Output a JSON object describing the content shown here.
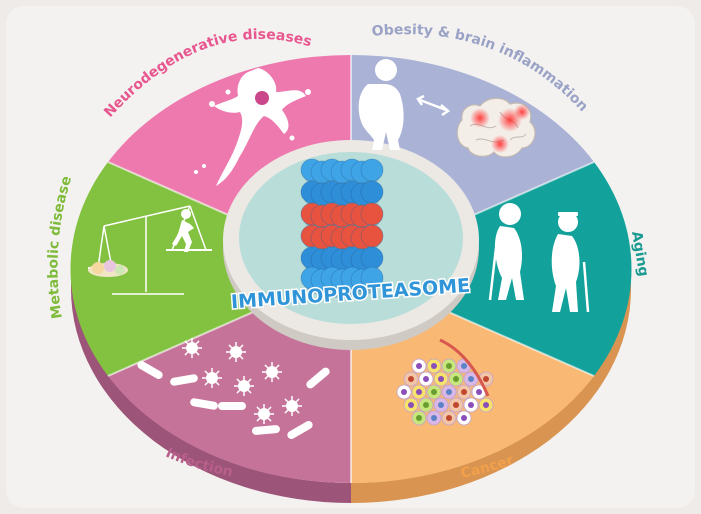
{
  "center": {
    "label": "IMMUNOPROTEASOME"
  },
  "segments": [
    {
      "id": "neuro",
      "label": "Neurodegenerative diseases",
      "color": "#ee79ae",
      "side": "#c95c8e",
      "text": "#e8568f"
    },
    {
      "id": "obesity",
      "label": "Obesity & brain inflammation",
      "color": "#aab2d6",
      "side": "#8890b5",
      "text": "#9aa2c6"
    },
    {
      "id": "aging",
      "label": "Aging",
      "color": "#13a29b",
      "side": "#0d7d77",
      "text": "#1a9b92"
    },
    {
      "id": "cancer",
      "label": "Cancer",
      "color": "#f9b873",
      "side": "#d89450",
      "text": "#f2a04b"
    },
    {
      "id": "infection",
      "label": "Infection",
      "color": "#c6739a",
      "side": "#9d5479",
      "text": "#b85f8b"
    },
    {
      "id": "metabolic",
      "label": "Metabolic diseases",
      "color": "#83c241",
      "side": "#5e9a2a",
      "text": "#7fbb3b"
    }
  ],
  "colors": {
    "background": "#efebe8",
    "frame": "#ffffff",
    "inner_disc": "#b9ddd9",
    "inner_ring": "#e8e5e1",
    "proteasome_blue": "#2f8ed8",
    "proteasome_red": "#e8533f",
    "center_text": "#2f94d8"
  }
}
